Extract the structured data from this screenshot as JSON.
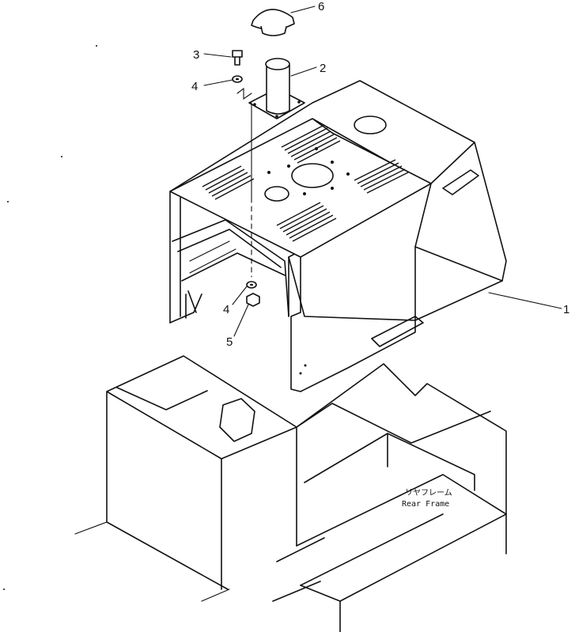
{
  "callouts": {
    "p1": "1",
    "p2": "2",
    "p3": "3",
    "p4a": "4",
    "p4b": "4",
    "p5": "5",
    "p6": "6"
  },
  "frame_label": {
    "jp": "リヤフレーム",
    "en": "Rear Frame"
  }
}
